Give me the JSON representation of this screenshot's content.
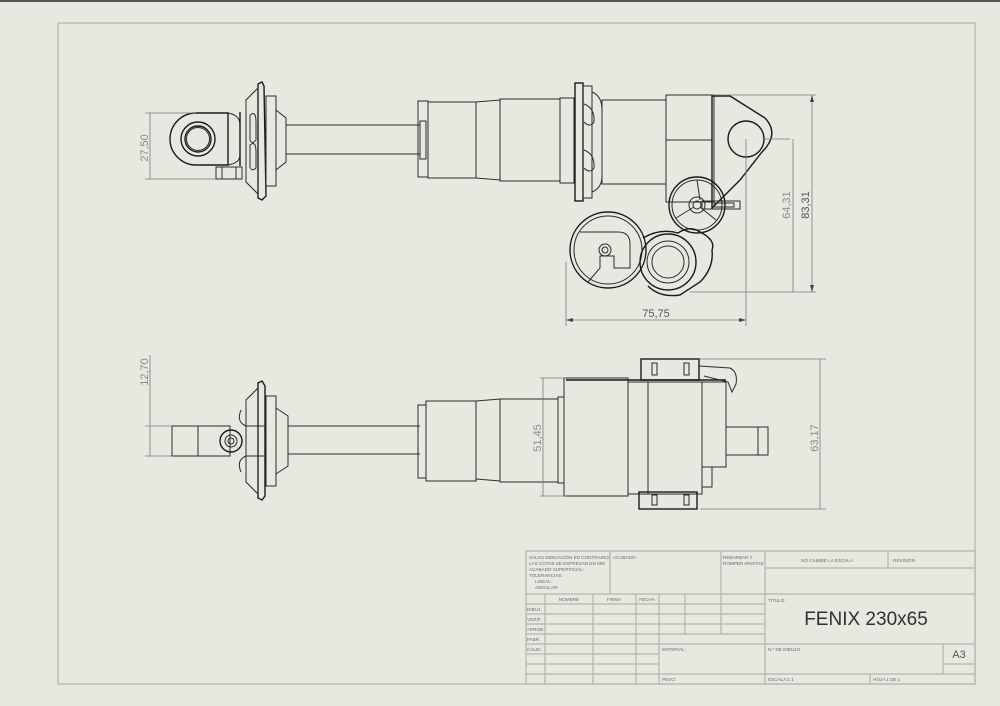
{
  "drawing": {
    "title": "FENIX 230x65",
    "sheet_size": "A3",
    "colors": {
      "background": "#e8e8e0",
      "border": "#b4b4ae",
      "geometry": "#2a2a2a",
      "dimension": "#8a8a8a"
    }
  },
  "dimensions": {
    "eye_height": "27,50",
    "pivot_height": "64,31",
    "overall_height": "83,31",
    "reservoir_width": "75,75",
    "eye_width_side": "12,70",
    "body_diameter": "51,45",
    "overall_width_side": "63,17"
  },
  "title_block": {
    "notes": [
      "SALVO INDICACIÓN EN CONTRARIO:",
      "LAS COTAS SE EXPRESAN EN MM",
      "ACABADO SUPERFICIAL:",
      "TOLERANCIAS:",
      "LINEAL:",
      "ANGULAR:"
    ],
    "finish_label": "ACABADO:",
    "edge_label": "REBARBAR Y",
    "edge_label2": "ROMPER ARISTAS",
    "no_scale": "NO CAMBIE LA ESCALA",
    "revision": "REVISIÓN",
    "columns": [
      "NOMBRE",
      "FIRMA",
      "FECHA"
    ],
    "rows": [
      "DIBUJ.",
      "VERIF.",
      "APROB.",
      "FABR.",
      "CALID."
    ],
    "material_label": "MATERIAL:",
    "weight_label": "PESO:",
    "title_label": "TÍTULO:",
    "drawing_number_label": "N.º DE DIBUJO",
    "scale_label": "ESCALA:1:1",
    "sheet_label": "HOJA 1 DE 1",
    "name": "FENIX 230x65",
    "size": "A3"
  }
}
